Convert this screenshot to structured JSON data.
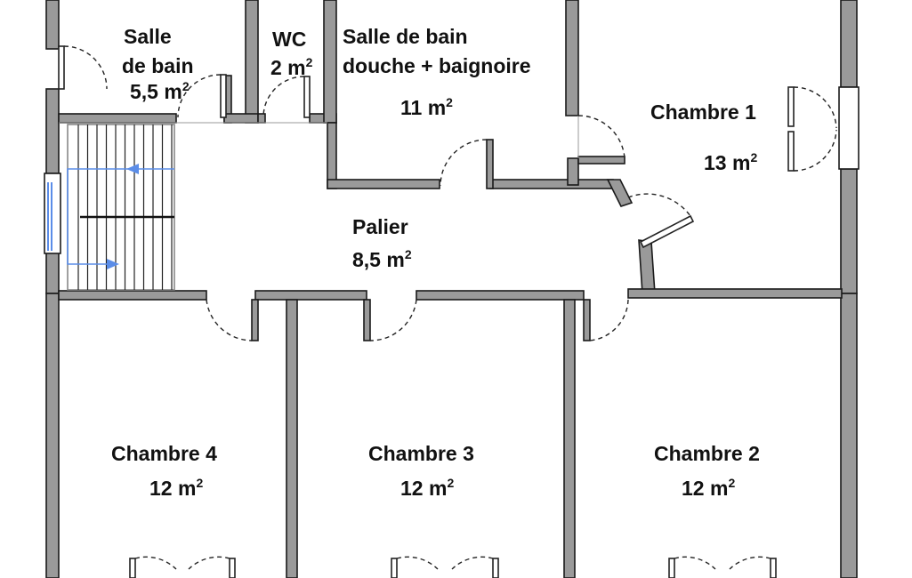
{
  "rooms": {
    "salle_de_bain_1": {
      "name_line1": "Salle",
      "name_line2": "de bain",
      "area": "5,5 m²"
    },
    "wc": {
      "name": "WC",
      "area": "2 m²"
    },
    "salle_de_bain_2": {
      "name_line1": "Salle de bain",
      "name_line2": "douche + baignoire",
      "area": "11 m²"
    },
    "chambre_1": {
      "name": "Chambre 1",
      "area": "13 m²"
    },
    "palier": {
      "name": "Palier",
      "area": "8,5 m²"
    },
    "chambre_4": {
      "name": "Chambre 4",
      "area": "12 m²"
    },
    "chambre_3": {
      "name": "Chambre 3",
      "area": "12 m²"
    },
    "chambre_2": {
      "name": "Chambre 2",
      "area": "12 m²"
    }
  },
  "colors": {
    "wall_fill": "#9a9a9a",
    "wall_outline": "#1a1a1a",
    "stair_arrow": "#5b8de8",
    "background": "#ffffff"
  }
}
